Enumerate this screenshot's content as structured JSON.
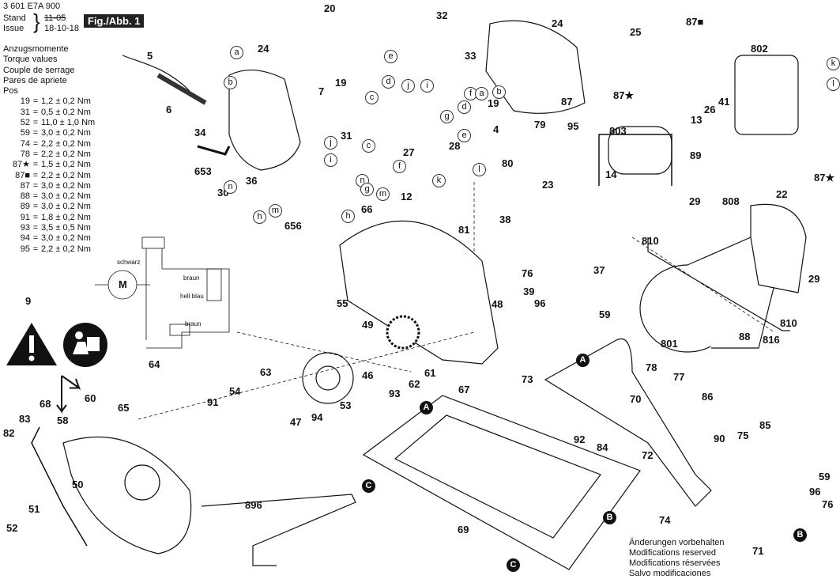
{
  "header": {
    "doc_number": "3 601 E7A 900",
    "stand_label": "Stand",
    "issue_label": "Issue",
    "stand_date_struck": "11-05",
    "issue_date": "18-10-18",
    "figure_label": "Fig./Abb. 1"
  },
  "torque_table": {
    "headings": [
      "Anzugsmomente",
      "Torque values",
      "Couple de serrage",
      "Pares de apriete",
      "Pos"
    ],
    "rows": [
      {
        "pos": "19",
        "value": "1,2 ± 0,2 Nm"
      },
      {
        "pos": "31",
        "value": "0,5 ± 0,2 Nm"
      },
      {
        "pos": "52",
        "value": "11,0 ± 1,0 Nm"
      },
      {
        "pos": "59",
        "value": "3,0 ± 0,2 Nm"
      },
      {
        "pos": "74",
        "value": "2,2 ± 0,2 Nm"
      },
      {
        "pos": "78",
        "value": "2,2 ± 0,2 Nm"
      },
      {
        "pos": "87★",
        "value": "1,5 ± 0,2 Nm"
      },
      {
        "pos": "87■",
        "value": "2,2 ± 0,2 Nm"
      },
      {
        "pos": "87",
        "value": "3,0 ± 0,2 Nm"
      },
      {
        "pos": "88",
        "value": "3,0 ± 0,2 Nm"
      },
      {
        "pos": "89",
        "value": "3,0 ± 0,2 Nm"
      },
      {
        "pos": "91",
        "value": "1,8 ± 0,2 Nm"
      },
      {
        "pos": "93",
        "value": "3,5 ± 0,5 Nm"
      },
      {
        "pos": "94",
        "value": "3,0 ± 0,2 Nm"
      },
      {
        "pos": "95",
        "value": "2,2 ± 0,2 Nm"
      }
    ]
  },
  "wiring": {
    "labels": [
      "schwarz",
      "braun",
      "hell blau",
      "braun"
    ],
    "motor_symbol": "M"
  },
  "warning_icons": [
    "warning-triangle",
    "read-manual"
  ],
  "footer_note": [
    "Änderungen vorbehalten",
    "Modifications reserved",
    "Modifications réservées",
    "Salvo modificaciones"
  ],
  "part_numbers": [
    {
      "id": "20"
    },
    {
      "id": "32"
    },
    {
      "id": "33"
    },
    {
      "id": "24a",
      "text": "24"
    },
    {
      "id": "24b",
      "text": "24"
    },
    {
      "id": "87sq",
      "text": "87■"
    },
    {
      "id": "5"
    },
    {
      "id": "6"
    },
    {
      "id": "34"
    },
    {
      "id": "7"
    },
    {
      "id": "19a",
      "text": "19"
    },
    {
      "id": "653"
    },
    {
      "id": "31"
    },
    {
      "id": "36"
    },
    {
      "id": "30"
    },
    {
      "id": "27"
    },
    {
      "id": "12"
    },
    {
      "id": "19b",
      "text": "19"
    },
    {
      "id": "28"
    },
    {
      "id": "4"
    },
    {
      "id": "87"
    },
    {
      "id": "25"
    },
    {
      "id": "87star",
      "text": "87★"
    },
    {
      "id": "802"
    },
    {
      "id": "41"
    },
    {
      "id": "26"
    },
    {
      "id": "13"
    },
    {
      "id": "89"
    },
    {
      "id": "803"
    },
    {
      "id": "14"
    },
    {
      "id": "79"
    },
    {
      "id": "95"
    },
    {
      "id": "80"
    },
    {
      "id": "23"
    },
    {
      "id": "81"
    },
    {
      "id": "38"
    },
    {
      "id": "37"
    },
    {
      "id": "66"
    },
    {
      "id": "656"
    },
    {
      "id": "9"
    },
    {
      "id": "55"
    },
    {
      "id": "49"
    },
    {
      "id": "48"
    },
    {
      "id": "39"
    },
    {
      "id": "76a",
      "text": "76"
    },
    {
      "id": "96a",
      "text": "96"
    },
    {
      "id": "59a",
      "text": "59"
    },
    {
      "id": "29a",
      "text": "29"
    },
    {
      "id": "808"
    },
    {
      "id": "22"
    },
    {
      "id": "87star2",
      "text": "87★"
    },
    {
      "id": "810a",
      "text": "810"
    },
    {
      "id": "29b",
      "text": "29"
    },
    {
      "id": "810b",
      "text": "810"
    },
    {
      "id": "816"
    },
    {
      "id": "801"
    },
    {
      "id": "88"
    },
    {
      "id": "46"
    },
    {
      "id": "61"
    },
    {
      "id": "62"
    },
    {
      "id": "67"
    },
    {
      "id": "93"
    },
    {
      "id": "73"
    },
    {
      "id": "64"
    },
    {
      "id": "63"
    },
    {
      "id": "54"
    },
    {
      "id": "91"
    },
    {
      "id": "47"
    },
    {
      "id": "94"
    },
    {
      "id": "53"
    },
    {
      "id": "65"
    },
    {
      "id": "60"
    },
    {
      "id": "68"
    },
    {
      "id": "83"
    },
    {
      "id": "82"
    },
    {
      "id": "58"
    },
    {
      "id": "50"
    },
    {
      "id": "51"
    },
    {
      "id": "52"
    },
    {
      "id": "896"
    },
    {
      "id": "69"
    },
    {
      "id": "78"
    },
    {
      "id": "77"
    },
    {
      "id": "70"
    },
    {
      "id": "86"
    },
    {
      "id": "92"
    },
    {
      "id": "90"
    },
    {
      "id": "75"
    },
    {
      "id": "85"
    },
    {
      "id": "84"
    },
    {
      "id": "72"
    },
    {
      "id": "74"
    },
    {
      "id": "59b",
      "text": "59"
    },
    {
      "id": "96b",
      "text": "96"
    },
    {
      "id": "76b",
      "text": "76"
    },
    {
      "id": "71"
    }
  ],
  "letters": [
    "a",
    "b",
    "c",
    "d",
    "e",
    "f",
    "g",
    "h",
    "i",
    "j",
    "k",
    "l",
    "m",
    "n"
  ],
  "refs": [
    "A",
    "B",
    "C"
  ]
}
